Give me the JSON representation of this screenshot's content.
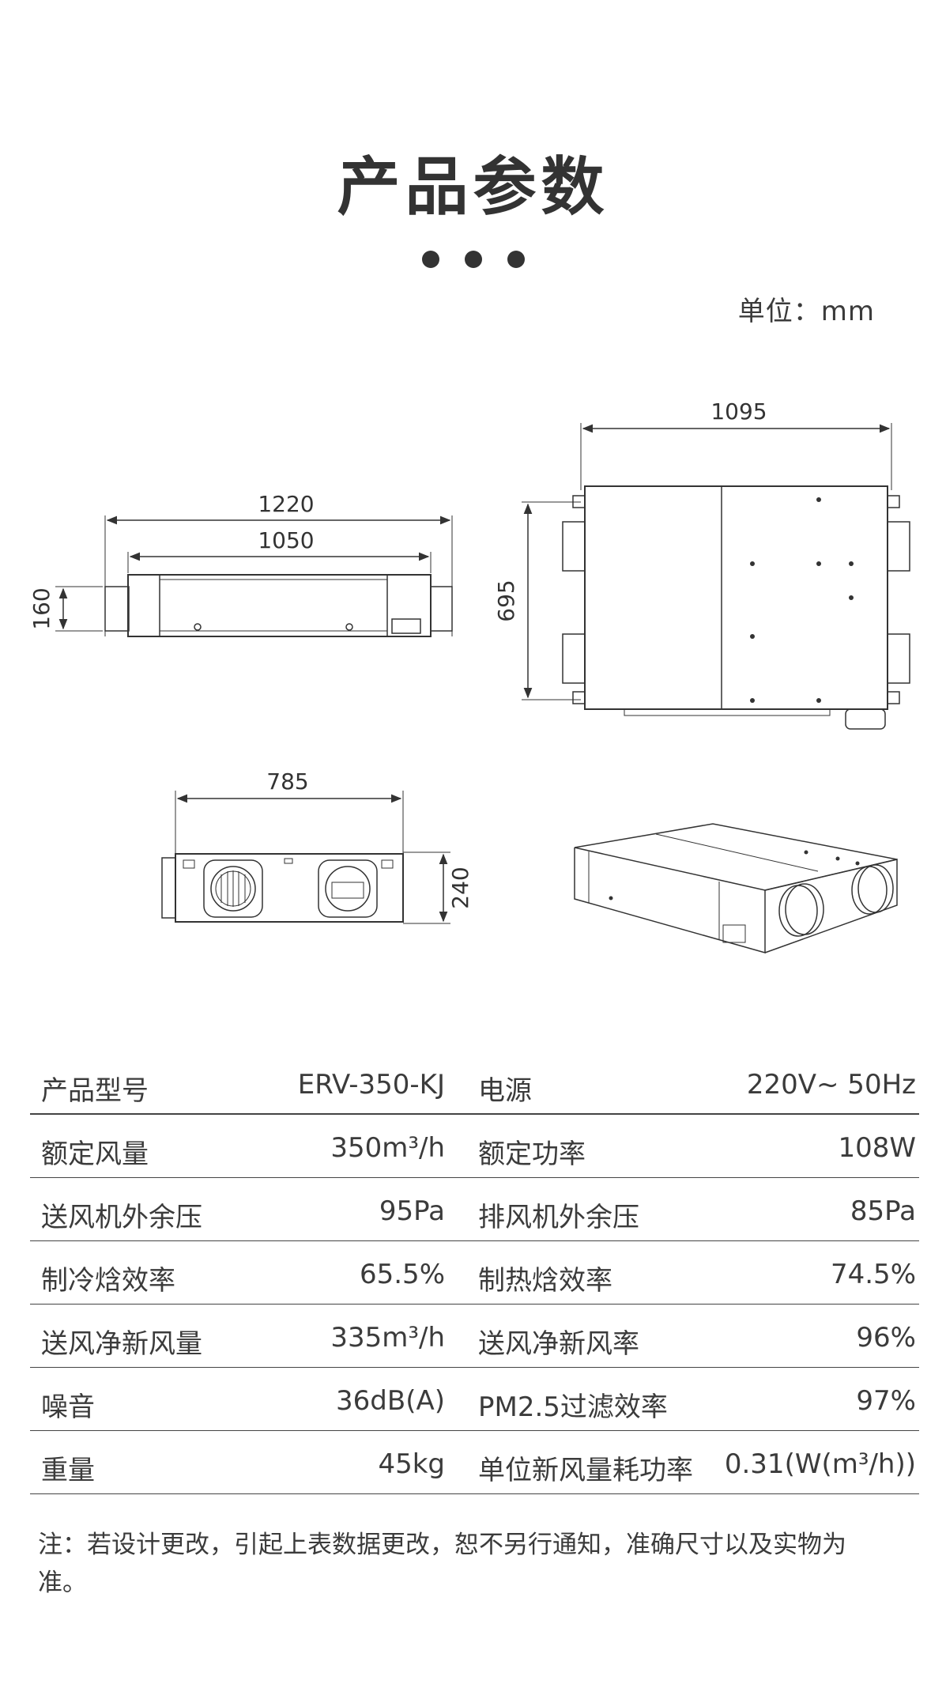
{
  "header": {
    "title": "产品参数",
    "unit": "单位：mm"
  },
  "dimensions": {
    "side_total_length": "1220",
    "side_body_length": "1050",
    "side_height": "160",
    "top_length": "1095",
    "top_depth": "695",
    "front_width": "785",
    "front_height": "240"
  },
  "specs": [
    {
      "l_label": "产品型号",
      "l_value": "ERV-350-KJ",
      "r_label": "电源",
      "r_value": "220V~ 50Hz"
    },
    {
      "l_label": "额定风量",
      "l_value": "350m³/h",
      "r_label": "额定功率",
      "r_value": "108W"
    },
    {
      "l_label": "送风机外余压",
      "l_value": "95Pa",
      "r_label": "排风机外余压",
      "r_value": "85Pa"
    },
    {
      "l_label": "制冷焓效率",
      "l_value": "65.5%",
      "r_label": "制热焓效率",
      "r_value": "74.5%"
    },
    {
      "l_label": "送风净新风量",
      "l_value": "335m³/h",
      "r_label": "送风净新风率",
      "r_value": "96%"
    },
    {
      "l_label": "噪音",
      "l_value": "36dB(A)",
      "r_label": "PM2.5过滤效率",
      "r_value": "97%"
    },
    {
      "l_label": "重量",
      "l_value": "45kg",
      "r_label": "单位新风量耗功率",
      "r_value": "0.31(W(m³/h))"
    }
  ],
  "footer": {
    "note": "注：若设计更改，引起上表数据更改，恕不另行通知，准确尺寸以及实物为准。"
  }
}
